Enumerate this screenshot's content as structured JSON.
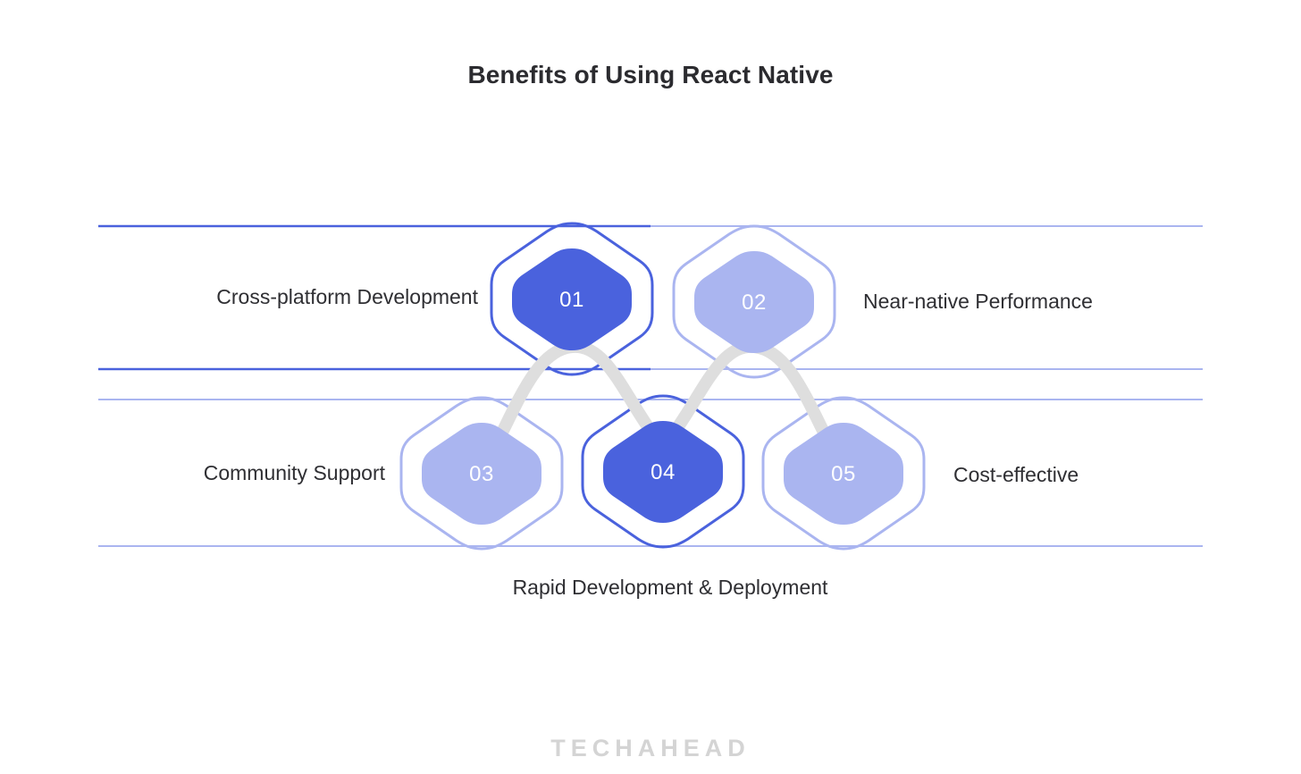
{
  "page": {
    "title": "Benefits of Using React Native",
    "watermark": "TECHAHEAD",
    "background_color": "#ffffff"
  },
  "colors": {
    "primary_blue": "#4a62dd",
    "light_blue": "#aab5f0",
    "connector_gray": "#dedede",
    "title_text": "#2b2b2f",
    "label_text": "#2f2f33",
    "number_text": "#ffffff",
    "watermark_text": "#d4d4d4"
  },
  "diagram": {
    "type": "hexagon-process-flow",
    "rows": [
      {
        "name": "top-row",
        "band_line_left_color": "#4a62dd",
        "band_line_right_color": "#aab5f0"
      },
      {
        "name": "bottom-row",
        "band_line_left_color": "#aab5f0",
        "band_line_right_color": "#aab5f0"
      }
    ],
    "nodes": [
      {
        "number": "01",
        "label": "Cross-platform Development",
        "fill": "#4a62dd",
        "ring": "#4a62dd",
        "row": "top",
        "label_side": "left"
      },
      {
        "number": "02",
        "label": "Near-native Performance",
        "fill": "#aab5f0",
        "ring": "#aab5f0",
        "row": "top",
        "label_side": "right"
      },
      {
        "number": "03",
        "label": "Community Support",
        "fill": "#aab5f0",
        "ring": "#aab5f0",
        "row": "bottom",
        "label_side": "left"
      },
      {
        "number": "04",
        "label": "Rapid Development & Deployment",
        "fill": "#4a62dd",
        "ring": "#4a62dd",
        "row": "bottom",
        "label_side": "below"
      },
      {
        "number": "05",
        "label": "Cost-effective",
        "fill": "#aab5f0",
        "ring": "#aab5f0",
        "row": "bottom",
        "label_side": "right"
      }
    ],
    "connector": {
      "name": "wave-connector",
      "color": "#dedede",
      "path_order": [
        "03",
        "01",
        "04",
        "02",
        "05"
      ]
    }
  }
}
